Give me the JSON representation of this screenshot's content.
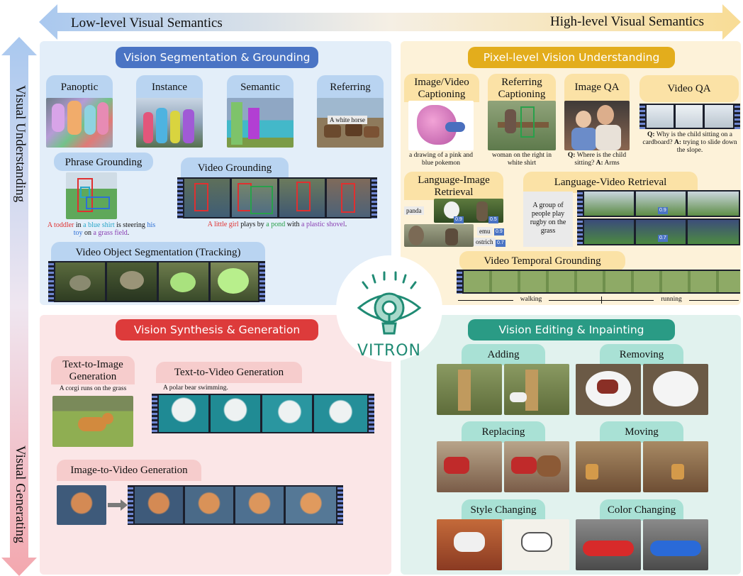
{
  "axis": {
    "low": "Low-level Visual Semantics",
    "high": "High-level Visual Semantics",
    "understanding": "Visual Understanding",
    "generating": "Visual Generating"
  },
  "segmentation": {
    "title": "Vision Segmentation & Grounding",
    "panoptic": "Panoptic",
    "instance": "Instance",
    "semantic": "Semantic",
    "referring": "Referring",
    "referring_text": "A white horse",
    "phrase_grounding": "Phrase Grounding",
    "phrase_caption": {
      "p1": "A toddler",
      "p2": " in ",
      "p3": "a blue shirt",
      "p4": " is steering ",
      "p5": "his toy",
      "p6": " on ",
      "p7": "a grass field",
      "p8": "."
    },
    "video_grounding": "Video Grounding",
    "video_caption": {
      "p1": "A little girl",
      "p2": " plays by ",
      "p3": "a pond",
      "p4": " with ",
      "p5": "a plastic shovel",
      "p6": "."
    },
    "vos": "Video Object Segmentation (Tracking)"
  },
  "pixel": {
    "title": "Pixel-level Vision Understanding",
    "captioning": "Image/Video\nCaptioning",
    "captioning_text": "a drawing of a pink and blue pokemon",
    "ref_captioning": "Referring\nCaptioning",
    "ref_captioning_text": "woman on the right in white shirt",
    "image_qa": "Image QA",
    "image_qa_q": "Q:",
    "image_qa_qtext": " Where is the child sitting? ",
    "image_qa_a": "A:",
    "image_qa_atext": " Arms",
    "video_qa": "Video QA",
    "video_qa_q": "Q:",
    "video_qa_qtext": " Why is the child sitting on a cardboard? ",
    "video_qa_a": "A:",
    "video_qa_atext": " trying to slide down the slope.",
    "li_retrieval": "Language-Image\nRetrieval",
    "li_tags": [
      "panda",
      "emu",
      "ostrich"
    ],
    "li_scores": [
      "0.9",
      "0.5",
      "0.9",
      "0.7"
    ],
    "lv_retrieval": "Language-Video Retrieval",
    "lv_text": "A group of people play rugby on the grass",
    "lv_scores": [
      "0.9",
      "0.7"
    ],
    "vtg": "Video Temporal Grounding",
    "vtg_labels": [
      "walking",
      "running"
    ]
  },
  "logo": "VITRON",
  "synthesis": {
    "title": "Vision Synthesis & Generation",
    "t2i": "Text-to-Image\nGeneration",
    "t2i_prompt": "A corgi runs on the grass",
    "t2v": "Text-to-Video Generation",
    "t2v_prompt": "A polar bear swimming.",
    "i2v": "Image-to-Video Generation"
  },
  "editing": {
    "title": "Vision Editing & Inpainting",
    "adding": "Adding",
    "removing": "Removing",
    "replacing": "Replacing",
    "moving": "Moving",
    "style": "Style Changing",
    "color": "Color Changing"
  },
  "colors": {
    "blue_quad": "#e3eef9",
    "gold_quad": "#fdf2d9",
    "pink_quad": "#fbe6e7",
    "teal_quad": "#e1f2ee",
    "red_text": "#e03030",
    "cyan_text": "#29a6c9",
    "blue_text": "#2d6fd6",
    "purple_text": "#8a3fb3",
    "green_text": "#29a04b"
  }
}
